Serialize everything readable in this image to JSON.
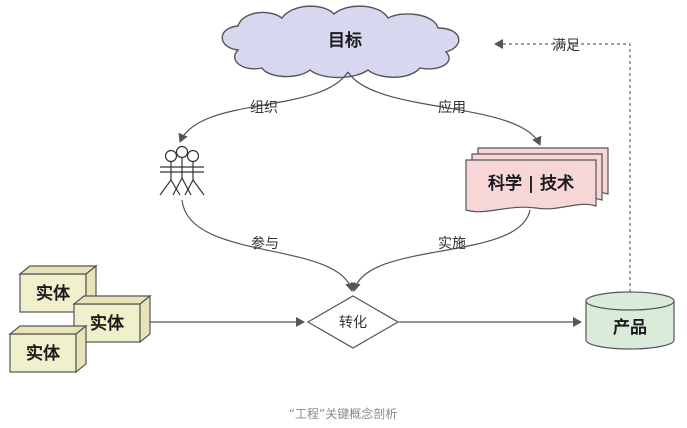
{
  "nodes": {
    "goal": "目标",
    "sci_tech": "科学 | 技术",
    "transform": "转化",
    "product": "产品",
    "entity": "实体"
  },
  "edges": {
    "organize": "组织",
    "apply": "应用",
    "participate": "参与",
    "implement": "实施",
    "satisfy": "满足"
  },
  "caption": "“工程”关键概念剖析",
  "colors": {
    "cloud_fill": "#d7d8f0",
    "doc_fill": "#f7d6d8",
    "product_fill": "#d9ecdc",
    "entity_fill": "#f1f0cc",
    "stroke": "#555555"
  }
}
